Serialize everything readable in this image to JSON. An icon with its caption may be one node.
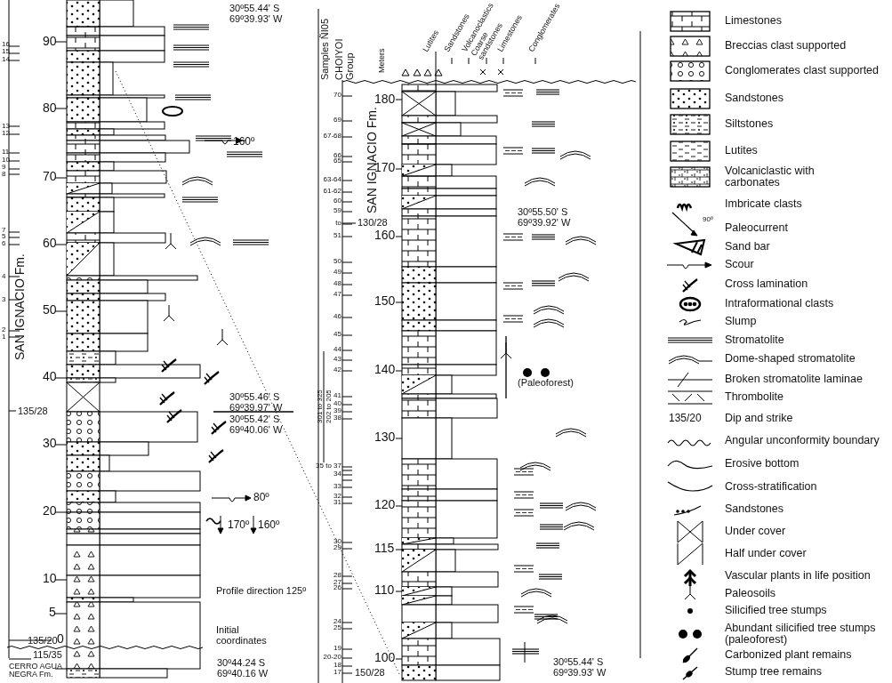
{
  "diagram": {
    "labels": [
      "30º55.44' S 69º39.93' W",
      "90",
      "80",
      "70",
      "60",
      "50",
      "40",
      "30",
      "20",
      "10",
      "5",
      "0",
      "16",
      "15",
      "14",
      "13",
      "12",
      "11",
      "10",
      "9",
      "8",
      "7",
      "5",
      "6",
      "4",
      "3",
      "2",
      "1",
      "SAN IGNACIO Fm.",
      "160º",
      "135/28",
      "30º55.46' S 69º39.97' W",
      "30º55.42' S 69º40.06' W",
      "80º",
      "170º",
      "160º",
      "Profile direction 125º",
      "Initial coordinates",
      "135/20",
      "115/35",
      "CERRO AGUA NEGRA Fm.",
      "30º44.24 S 69º40.16 W",
      "Samples ÑI05",
      "CHOIYOI Group",
      "Meters",
      "Lutites",
      "Sandstones",
      "Volcanoclastics",
      "Coarse sandstones",
      "Limestones",
      "Conglomerates",
      "180",
      "170",
      "160",
      "150",
      "140",
      "130",
      "120",
      "115",
      "110",
      "100",
      "70",
      "69",
      "67-68",
      "66",
      "65",
      "63-64",
      "61-62",
      "60",
      "59",
      "to",
      "51",
      "50",
      "49",
      "48",
      "47",
      "46",
      "45",
      "44",
      "43",
      "42",
      "41",
      "40",
      "39",
      "38",
      "35 to 37",
      "34",
      "33",
      "32",
      "31",
      "30",
      "29",
      "28",
      "27",
      "26",
      "24",
      "25",
      "19",
      "20-20",
      "18",
      "17",
      "301 to 325",
      "202 to 205",
      "130/28",
      "150/28",
      "SAN IGNACIO Fm.",
      "30º55.50' S 69º39.92' W",
      "(Paleoforest)",
      "30º55.44' S 69º39.93' W",
      "135/20",
      "90º"
    ],
    "legend": [
      {
        "text": "Limestones"
      },
      {
        "text": "Breccias clast  supported"
      },
      {
        "text": "Conglomerates clast  supported"
      },
      {
        "text": "Sandstones"
      },
      {
        "text": "Siltstones"
      },
      {
        "text": "Lutites"
      },
      {
        "text": "Volcaniclastic with carbonates"
      },
      {
        "text": "Imbricate clasts"
      },
      {
        "text": "Paleocurrent"
      },
      {
        "text": "Sand bar"
      },
      {
        "text": "Scour"
      },
      {
        "text": "Cross lamination"
      },
      {
        "text": "Intraformational clasts"
      },
      {
        "text": "Slump"
      },
      {
        "text": "Stromatolite"
      },
      {
        "text": "Dome-shaped stromatolite"
      },
      {
        "text": "Broken stromatolite laminae"
      },
      {
        "text": "Thrombolite"
      },
      {
        "text": "Dip and strike"
      },
      {
        "text": "Angular unconformity boundary"
      },
      {
        "text": "Erosive bottom"
      },
      {
        "text": "Cross-stratification"
      },
      {
        "text": "Sandstones"
      },
      {
        "text": "Under cover"
      },
      {
        "text": "Half under cover"
      },
      {
        "text": "Vascular plants in life position"
      },
      {
        "text": "Paleosoils"
      },
      {
        "text": "Silicified tree stumps"
      },
      {
        "text": "Abundant silicified tree stumps (paleoforest)"
      },
      {
        "text": "Carbonized plant remains"
      },
      {
        "text": "Stump tree remains"
      }
    ]
  }
}
